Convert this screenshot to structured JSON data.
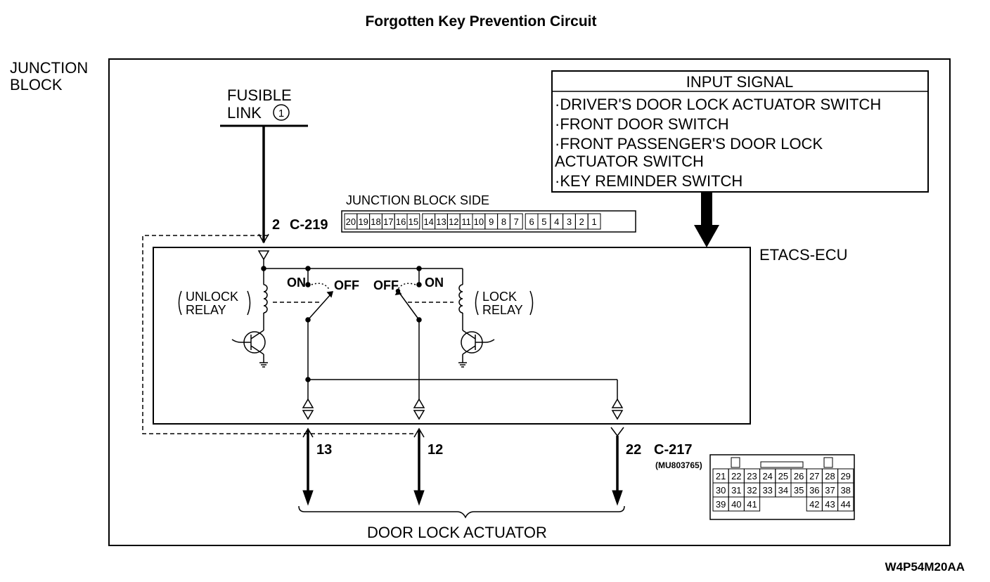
{
  "title": "Forgotten Key Prevention Circuit",
  "junction_block_label": [
    "JUNCTION",
    "BLOCK"
  ],
  "fusible_link": {
    "line1": "FUSIBLE",
    "line2": "LINK",
    "number": "1"
  },
  "input_signal": {
    "header": "INPUT SIGNAL",
    "lines": [
      "·DRIVER'S DOOR LOCK ACTUATOR SWITCH",
      "·FRONT DOOR SWITCH",
      "·FRONT PASSENGER'S DOOR LOCK",
      " ACTUATOR SWITCH",
      "·KEY REMINDER SWITCH"
    ]
  },
  "junction_block_side_label": "JUNCTION BLOCK SIDE",
  "connector_c219": {
    "pin_label": "2",
    "name": "C-219",
    "pins": [
      "20",
      "19",
      "18",
      "17",
      "16",
      "15",
      "14",
      "13",
      "12",
      "11",
      "10",
      "9",
      "8",
      "7",
      "6",
      "5",
      "4",
      "3",
      "2",
      "1"
    ]
  },
  "ecu_label": "ETACS-ECU",
  "unlock_relay": [
    "UNLOCK",
    "RELAY"
  ],
  "lock_relay": [
    "LOCK",
    "RELAY"
  ],
  "switch_labels": {
    "on_left": "ON",
    "off_left": "OFF",
    "off_right": "OFF",
    "on_right": "ON"
  },
  "output_pins": {
    "p13": "13",
    "p12": "12",
    "p22": "22"
  },
  "connector_c217": {
    "name": "C-217",
    "part": "(MU803765)",
    "rows": [
      [
        "21",
        "22",
        "23",
        "24",
        "25",
        "26",
        "27",
        "28",
        "29"
      ],
      [
        "30",
        "31",
        "32",
        "33",
        "34",
        "35",
        "36",
        "37",
        "38"
      ],
      [
        "39",
        "40",
        "41",
        "",
        "",
        "",
        "42",
        "43",
        "44"
      ]
    ]
  },
  "door_lock_actuator": "DOOR LOCK ACTUATOR",
  "figure_code": "W4P54M20AA"
}
